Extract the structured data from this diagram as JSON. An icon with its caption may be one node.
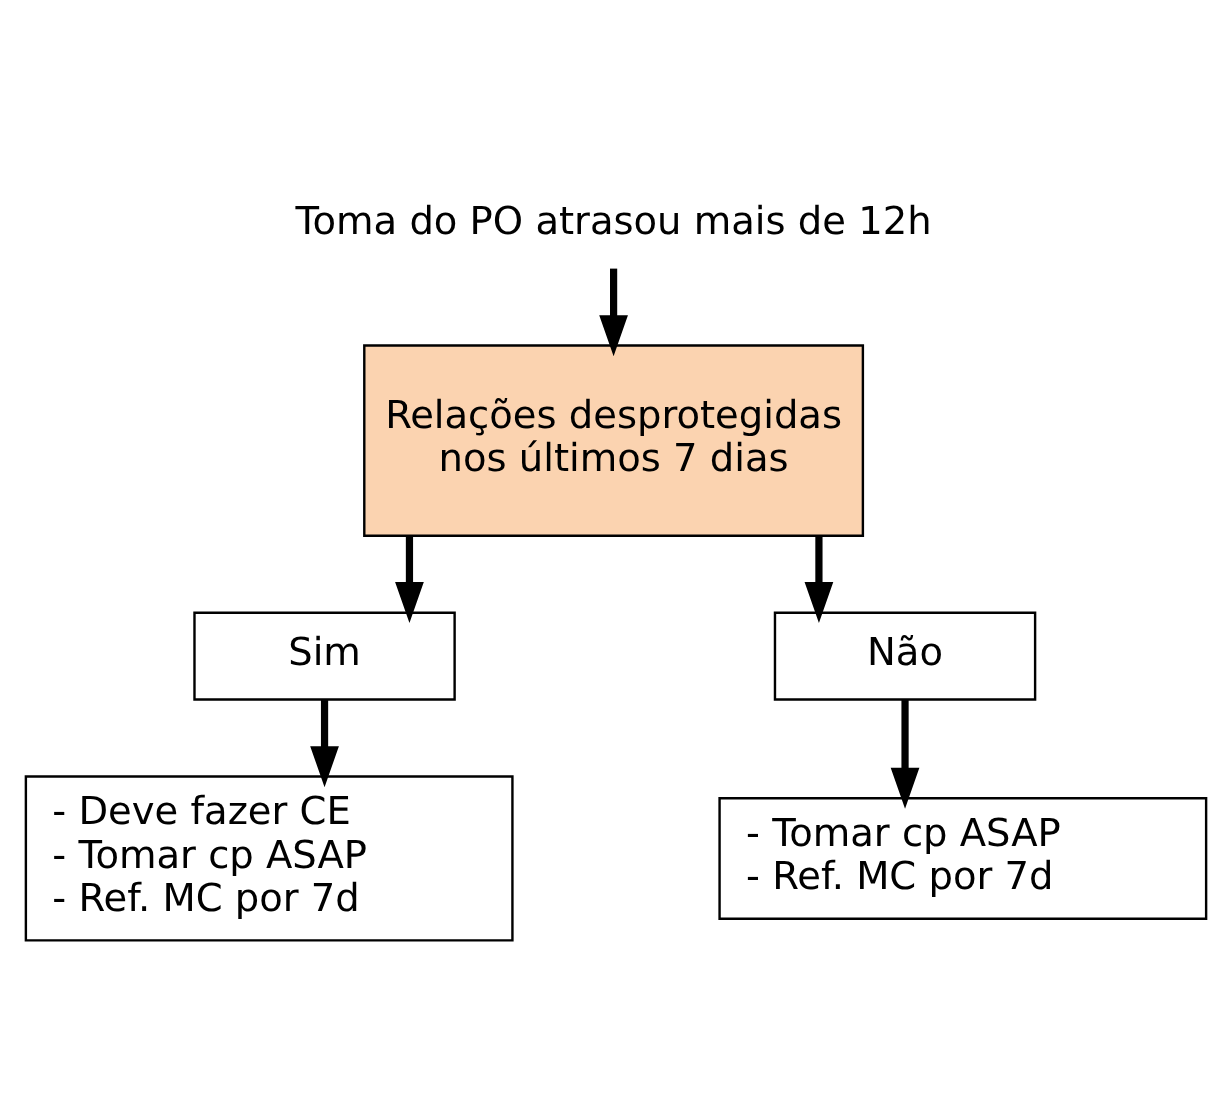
{
  "diagram": {
    "nodes": [
      {
        "text": [
          "Toma do PO atrasou mais de 12h"
        ]
      },
      {
        "text": [
          "Relações desprotegidas nos últimos 7 dias"
        ]
      },
      {
        "text": [
          "Sim"
        ]
      },
      {
        "text": [
          "Não"
        ]
      },
      {
        "text": [
          "- Deve fazer CE",
          "- Tomar cp ASAP",
          "- Ref. MC por 7d"
        ]
      },
      {
        "text": [
          "- Tomar cp ASAP",
          "- Ref. MC por 7d"
        ]
      }
    ],
    "edges": [
      {
        "from": 0,
        "to": 1,
        "arrow": "to"
      },
      {
        "from": 1,
        "to": 2,
        "arrow": "to"
      },
      {
        "from": 1,
        "to": 3,
        "arrow": "to"
      },
      {
        "from": 2,
        "to": 4,
        "arrow": "to"
      },
      {
        "from": 3,
        "to": 5,
        "arrow": "to"
      }
    ]
  }
}
